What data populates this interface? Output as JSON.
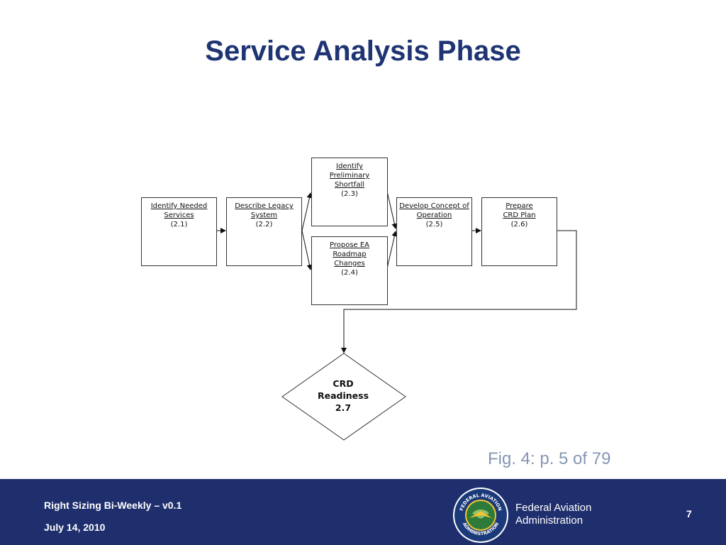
{
  "slide": {
    "title": "Service Analysis Phase",
    "caption": "Fig. 4: p. 5 of 79"
  },
  "diagram": {
    "nodes": [
      {
        "id": "2.1",
        "label": "Identify Needed Services",
        "code": "(2.1)"
      },
      {
        "id": "2.2",
        "label": "Describe Legacy System",
        "code": "(2.2)"
      },
      {
        "id": "2.3",
        "label": "Identify Preliminary Shortfall",
        "code": "(2.3)"
      },
      {
        "id": "2.4",
        "label": "Propose EA Roadmap Changes",
        "code": "(2.4)"
      },
      {
        "id": "2.5",
        "label": "Develop Concept of Operation",
        "code": "(2.5)"
      },
      {
        "id": "2.6",
        "label": "Prepare CRD Plan",
        "code": "(2.6)"
      }
    ],
    "decision": {
      "line1": "CRD",
      "line2": "Readiness",
      "line3": "2.7"
    },
    "edges": [
      [
        "2.1",
        "2.2"
      ],
      [
        "2.2",
        "2.3"
      ],
      [
        "2.2",
        "2.4"
      ],
      [
        "2.3",
        "2.5"
      ],
      [
        "2.4",
        "2.5"
      ],
      [
        "2.5",
        "2.6"
      ],
      [
        "2.6",
        "2.7"
      ]
    ]
  },
  "footer": {
    "presentation": "Right Sizing Bi-Weekly – v0.1",
    "date": "July 14,  2010",
    "org_line1": "Federal Aviation",
    "org_line2": "Administration",
    "page_number": "7",
    "seal_text": "FEDERAL AVIATION ADMINISTRATION",
    "colors": {
      "background": "#1f2f6d",
      "title": "#1f3473",
      "caption": "#8596b3"
    }
  }
}
